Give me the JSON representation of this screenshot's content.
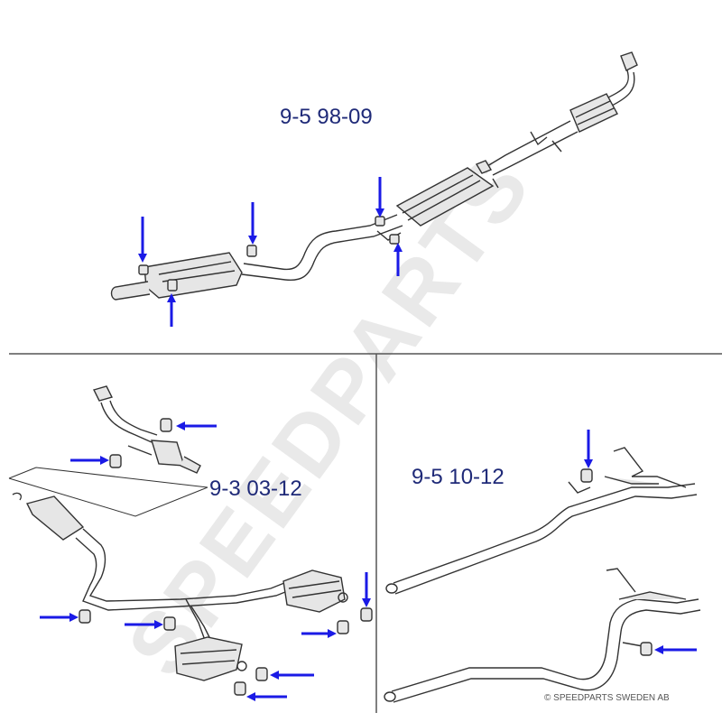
{
  "watermark": "SPEEDPARTS",
  "diagrams": {
    "top": {
      "title": "9-5 98-09"
    },
    "bottom_left": {
      "title": "9-3 03-12"
    },
    "bottom_right": {
      "title": "9-5 10-12"
    }
  },
  "copyright": "© SPEEDPARTS SWEDEN AB",
  "colors": {
    "arrow": "#1a1ae6",
    "label": "#1f2a78",
    "line": "#333333",
    "divider": "#555555",
    "part_fill": "#e6e6e6",
    "watermark": "#e9e9e9"
  },
  "icons": [
    "arrow-down-icon",
    "arrow-up-icon",
    "arrow-left-icon",
    "arrow-right-icon",
    "rubber-hanger-icon"
  ]
}
